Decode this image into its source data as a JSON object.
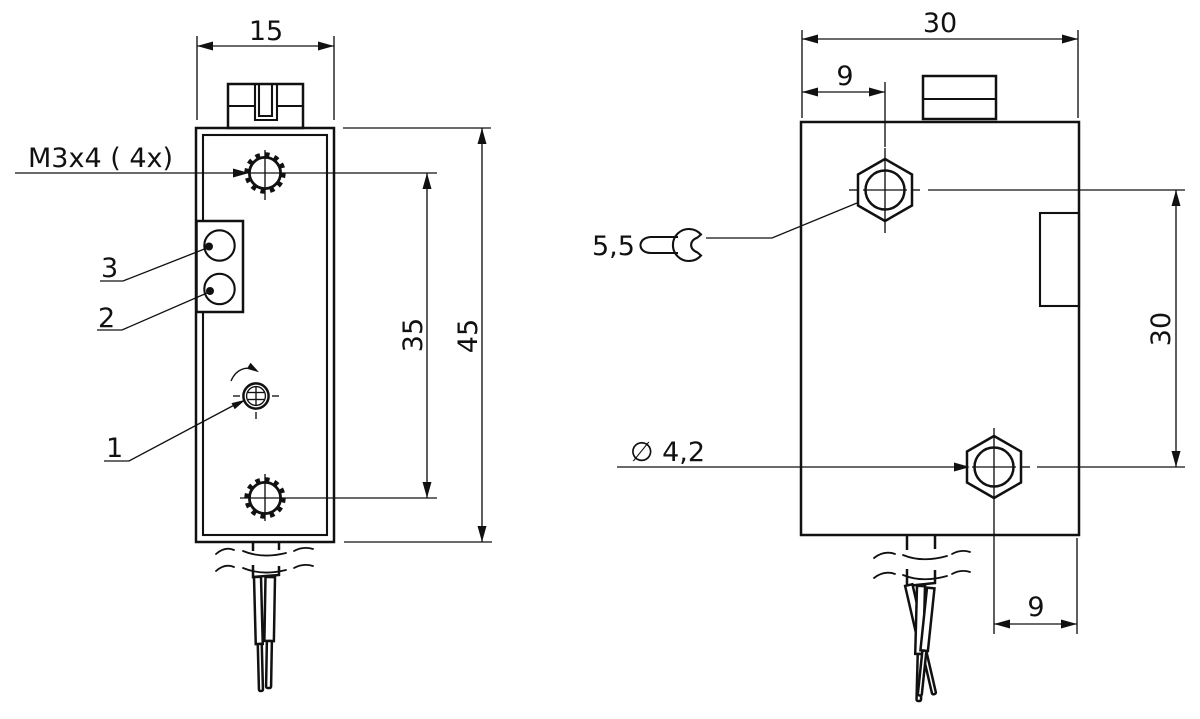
{
  "colors": {
    "line": "#111111",
    "background": "#ffffff"
  },
  "front_view": {
    "width_dim": "15",
    "hole_spacing_dim": "35",
    "height_dim": "45",
    "thread_callout": "M3x4  ( 4x)",
    "callout_pot": "1",
    "callout_led_lower": "2",
    "callout_led_upper": "3"
  },
  "side_view": {
    "width_dim": "30",
    "hole_offset_top_dim": "9",
    "hole_spacing_dim": "30",
    "hole_offset_bottom_dim": "9",
    "wrench_size": "5,5",
    "hole_diameter": "∅ 4,2"
  }
}
